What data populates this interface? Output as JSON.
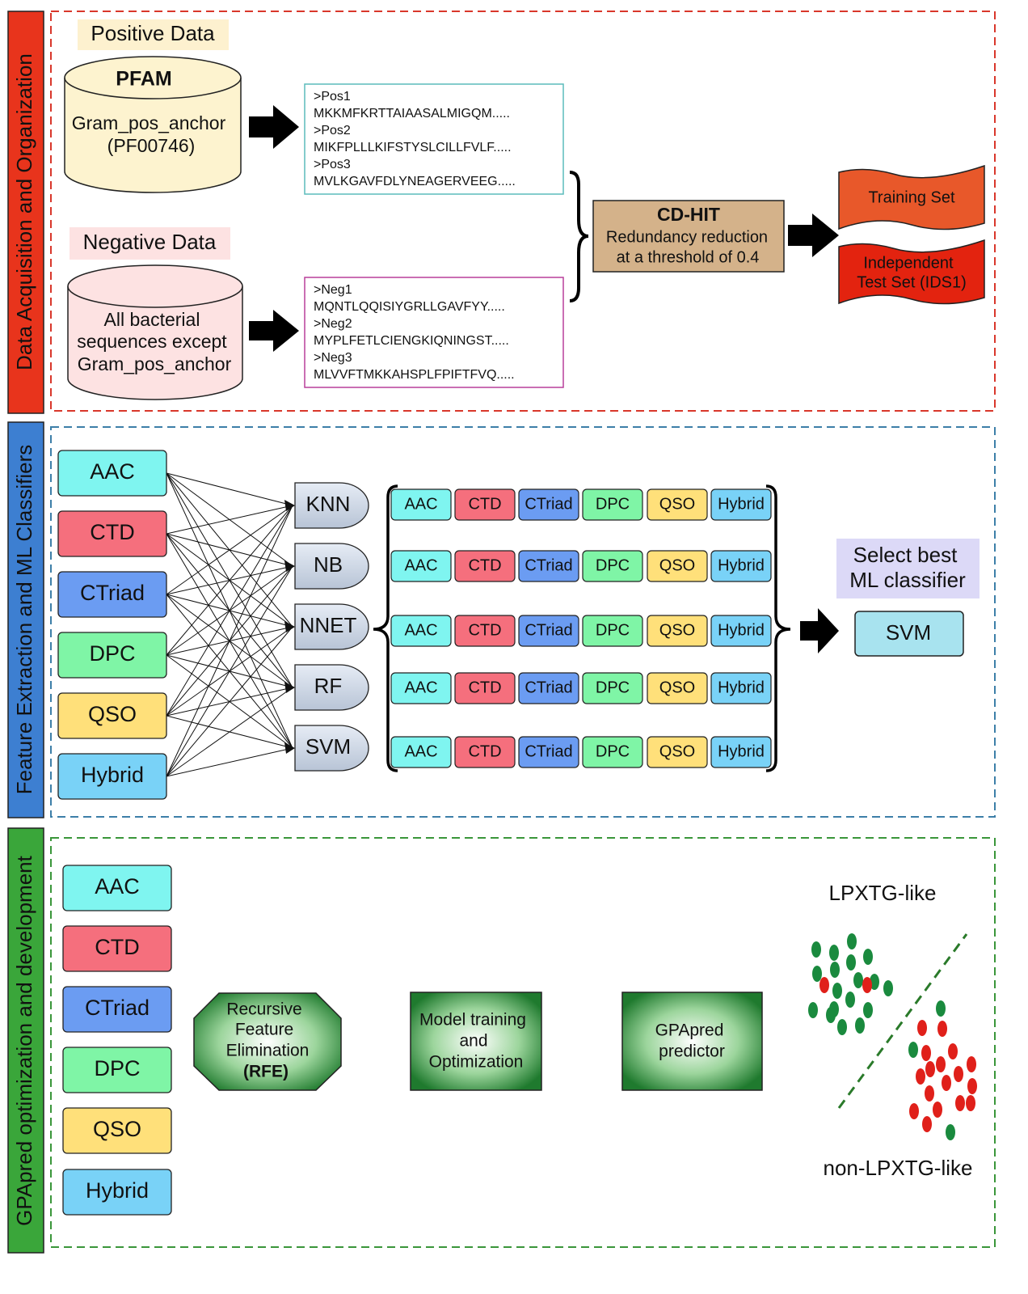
{
  "sections": {
    "s1": "Data Acquisition and Organization",
    "s2": "Feature Extraction and ML Classifiers",
    "s3": "GPApred optimization and development"
  },
  "positive": {
    "label": "Positive Data",
    "db_title": "PFAM",
    "db_line1": "Gram_pos_anchor",
    "db_line2": "(PF00746)",
    "seq": [
      ">Pos1",
      "MKKMFKRTTAIAASALMIGQM.....",
      ">Pos2",
      "MIKFPLLLKIFSTYSLCILLFVLF.....",
      ">Pos3",
      "MVLKGAVFDLYNEAGERVEEG....."
    ]
  },
  "negative": {
    "label": "Negative Data",
    "db_line1": "All bacterial",
    "db_line2": "sequences except",
    "db_line3": "Gram_pos_anchor",
    "seq": [
      ">Neg1",
      "MQNTLQQISIYGRLLGAVFYY.....",
      ">Neg2",
      "MYPLFETLCIENGKIQNINGST.....",
      ">Neg3",
      "MLVVFTMKKAHSPLFPIFTFVQ....."
    ]
  },
  "cdhit": {
    "title": "CD-HIT",
    "line1": "Redundancy reduction",
    "line2": "at a threshold of 0.4"
  },
  "outputs": {
    "training": "Training Set",
    "test_line1": "Independent",
    "test_line2": "Test Set (IDS1)"
  },
  "features": [
    "AAC",
    "CTD",
    "CTriad",
    "DPC",
    "QSO",
    "Hybrid"
  ],
  "classifiers": [
    "KNN",
    "NB",
    "NNET",
    "RF",
    "SVM"
  ],
  "select": {
    "line1": "Select best",
    "line2": "ML classifier",
    "best": "SVM"
  },
  "section3": {
    "rfe_line1": "Recursive",
    "rfe_line2": "Feature",
    "rfe_line3": "Elimination",
    "rfe_line4": "(RFE)",
    "model_line1": "Model training",
    "model_line2": "and",
    "model_line3": "Optimization",
    "gp_line1": "GPApred",
    "gp_line2": "predictor",
    "class_top": "LPXTG-like",
    "class_bottom": "non-LPXTG-like"
  },
  "colors": {
    "AAC": "#7ff5f0",
    "CTD": "#f56f7d",
    "CTriad": "#6b9cf2",
    "DPC": "#7ff5a6",
    "QSO": "#ffe07a",
    "Hybrid": "#79d2f7",
    "section1": "#e8341c",
    "section2": "#3d7fd1",
    "section3": "#3aa63a",
    "green_dot": "#1a8a3e",
    "red_dot": "#e0201a"
  }
}
